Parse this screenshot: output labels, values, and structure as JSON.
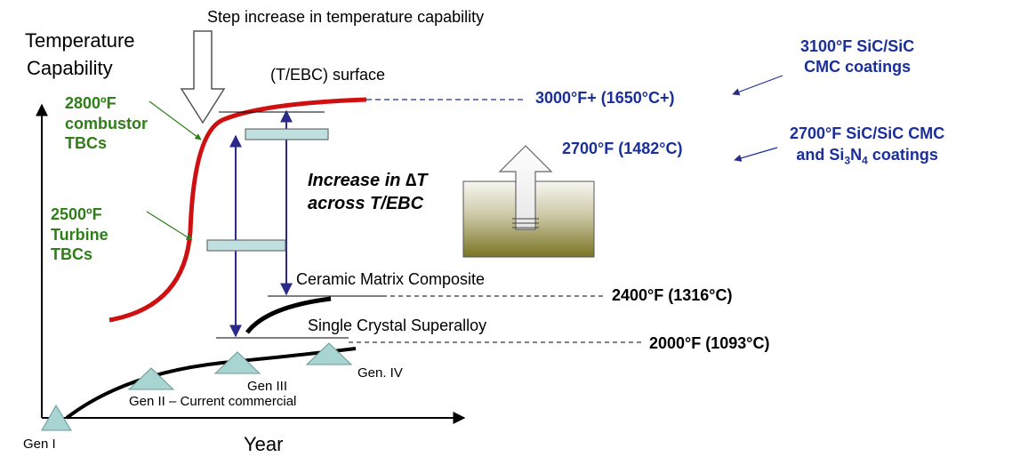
{
  "title": "Step increase in temperature capability",
  "axes": {
    "y_label_line1": "Temperature",
    "y_label_line2": "Capability",
    "x_label": "Year"
  },
  "curves": {
    "tebc_surface": "(T/EBC) surface",
    "cmc": "Ceramic Matrix Composite",
    "superalloy": "Single Crystal Superalloy"
  },
  "generations": {
    "gen1": "Gen I",
    "gen2": "Gen II – Current commercial",
    "gen3": "Gen III",
    "gen4": "Gen. IV"
  },
  "left_annotations": {
    "combustor": [
      "2800ºF",
      "combustor",
      "TBCs"
    ],
    "turbine": [
      "2500ºF",
      "Turbine",
      "TBCs"
    ]
  },
  "delta_t": [
    "Increase in ∆T",
    "across T/EBC"
  ],
  "temperature_levels": {
    "t3000": "3000°F+ (1650°C+)",
    "t2700": "2700°F (1482°C)",
    "t2400": "2400°F (1316°C)",
    "t2000": "2000°F (1093°C)"
  },
  "right_annotations": {
    "sic_3100": [
      "3100°F SiC/SiC",
      "CMC coatings"
    ],
    "sic_2700_line1": "2700°F SiC/SiC CMC",
    "sic_2700_line2_prefix": "and Si",
    "sic_2700_sub1": "3",
    "sic_2700_mid": "N",
    "sic_2700_sub2": "4",
    "sic_2700_suffix": " coatings"
  },
  "colors": {
    "red_curve": "#d01010",
    "green_text": "#2e7d18",
    "blue_text": "#1a2f9a",
    "navy_arrow": "#2a2a8a",
    "bar_fill": "#bfe0df"
  }
}
